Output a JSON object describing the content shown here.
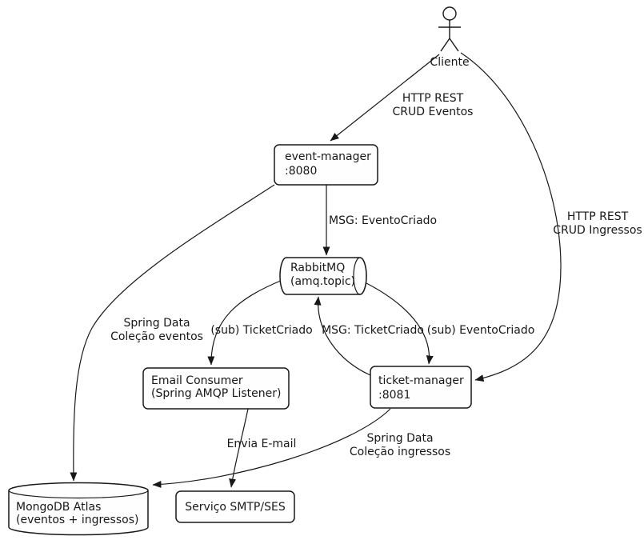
{
  "diagram": {
    "actor": {
      "label": "Cliente"
    },
    "nodes": {
      "event_manager": {
        "line1": "event-manager",
        "line2": ":8080"
      },
      "rabbitmq": {
        "line1": "RabbitMQ",
        "line2": "(amq.topic)"
      },
      "email_consumer": {
        "line1": "Email Consumer",
        "line2": "(Spring AMQP Listener)"
      },
      "ticket_manager": {
        "line1": "ticket-manager",
        "line2": ":8081"
      },
      "mongodb": {
        "line1": "MongoDB Atlas",
        "line2": "(eventos + ingressos)"
      },
      "smtp": {
        "label": "Serviço SMTP/SES"
      }
    },
    "edges": {
      "cliente_event": {
        "line1": "HTTP REST",
        "line2": "CRUD Eventos"
      },
      "cliente_ticket": {
        "line1": "HTTP REST",
        "line2": "CRUD Ingressos"
      },
      "event_rabbit": {
        "label": "MSG: EventoCriado"
      },
      "event_mongo": {
        "line1": "Spring Data",
        "line2": "Coleção eventos"
      },
      "rabbit_email": {
        "label": "(sub) TicketCriado"
      },
      "ticket_rabbit": {
        "label": "MSG: TicketCriado"
      },
      "rabbit_ticket": {
        "label": "(sub) EventoCriado"
      },
      "ticket_mongo": {
        "line1": "Spring Data",
        "line2": "Coleção ingressos"
      },
      "email_smtp": {
        "label": "Envia E-mail"
      }
    },
    "colors": {
      "stroke": "#181818",
      "node_fill": "#fefefe",
      "background": "#ffffff"
    }
  }
}
